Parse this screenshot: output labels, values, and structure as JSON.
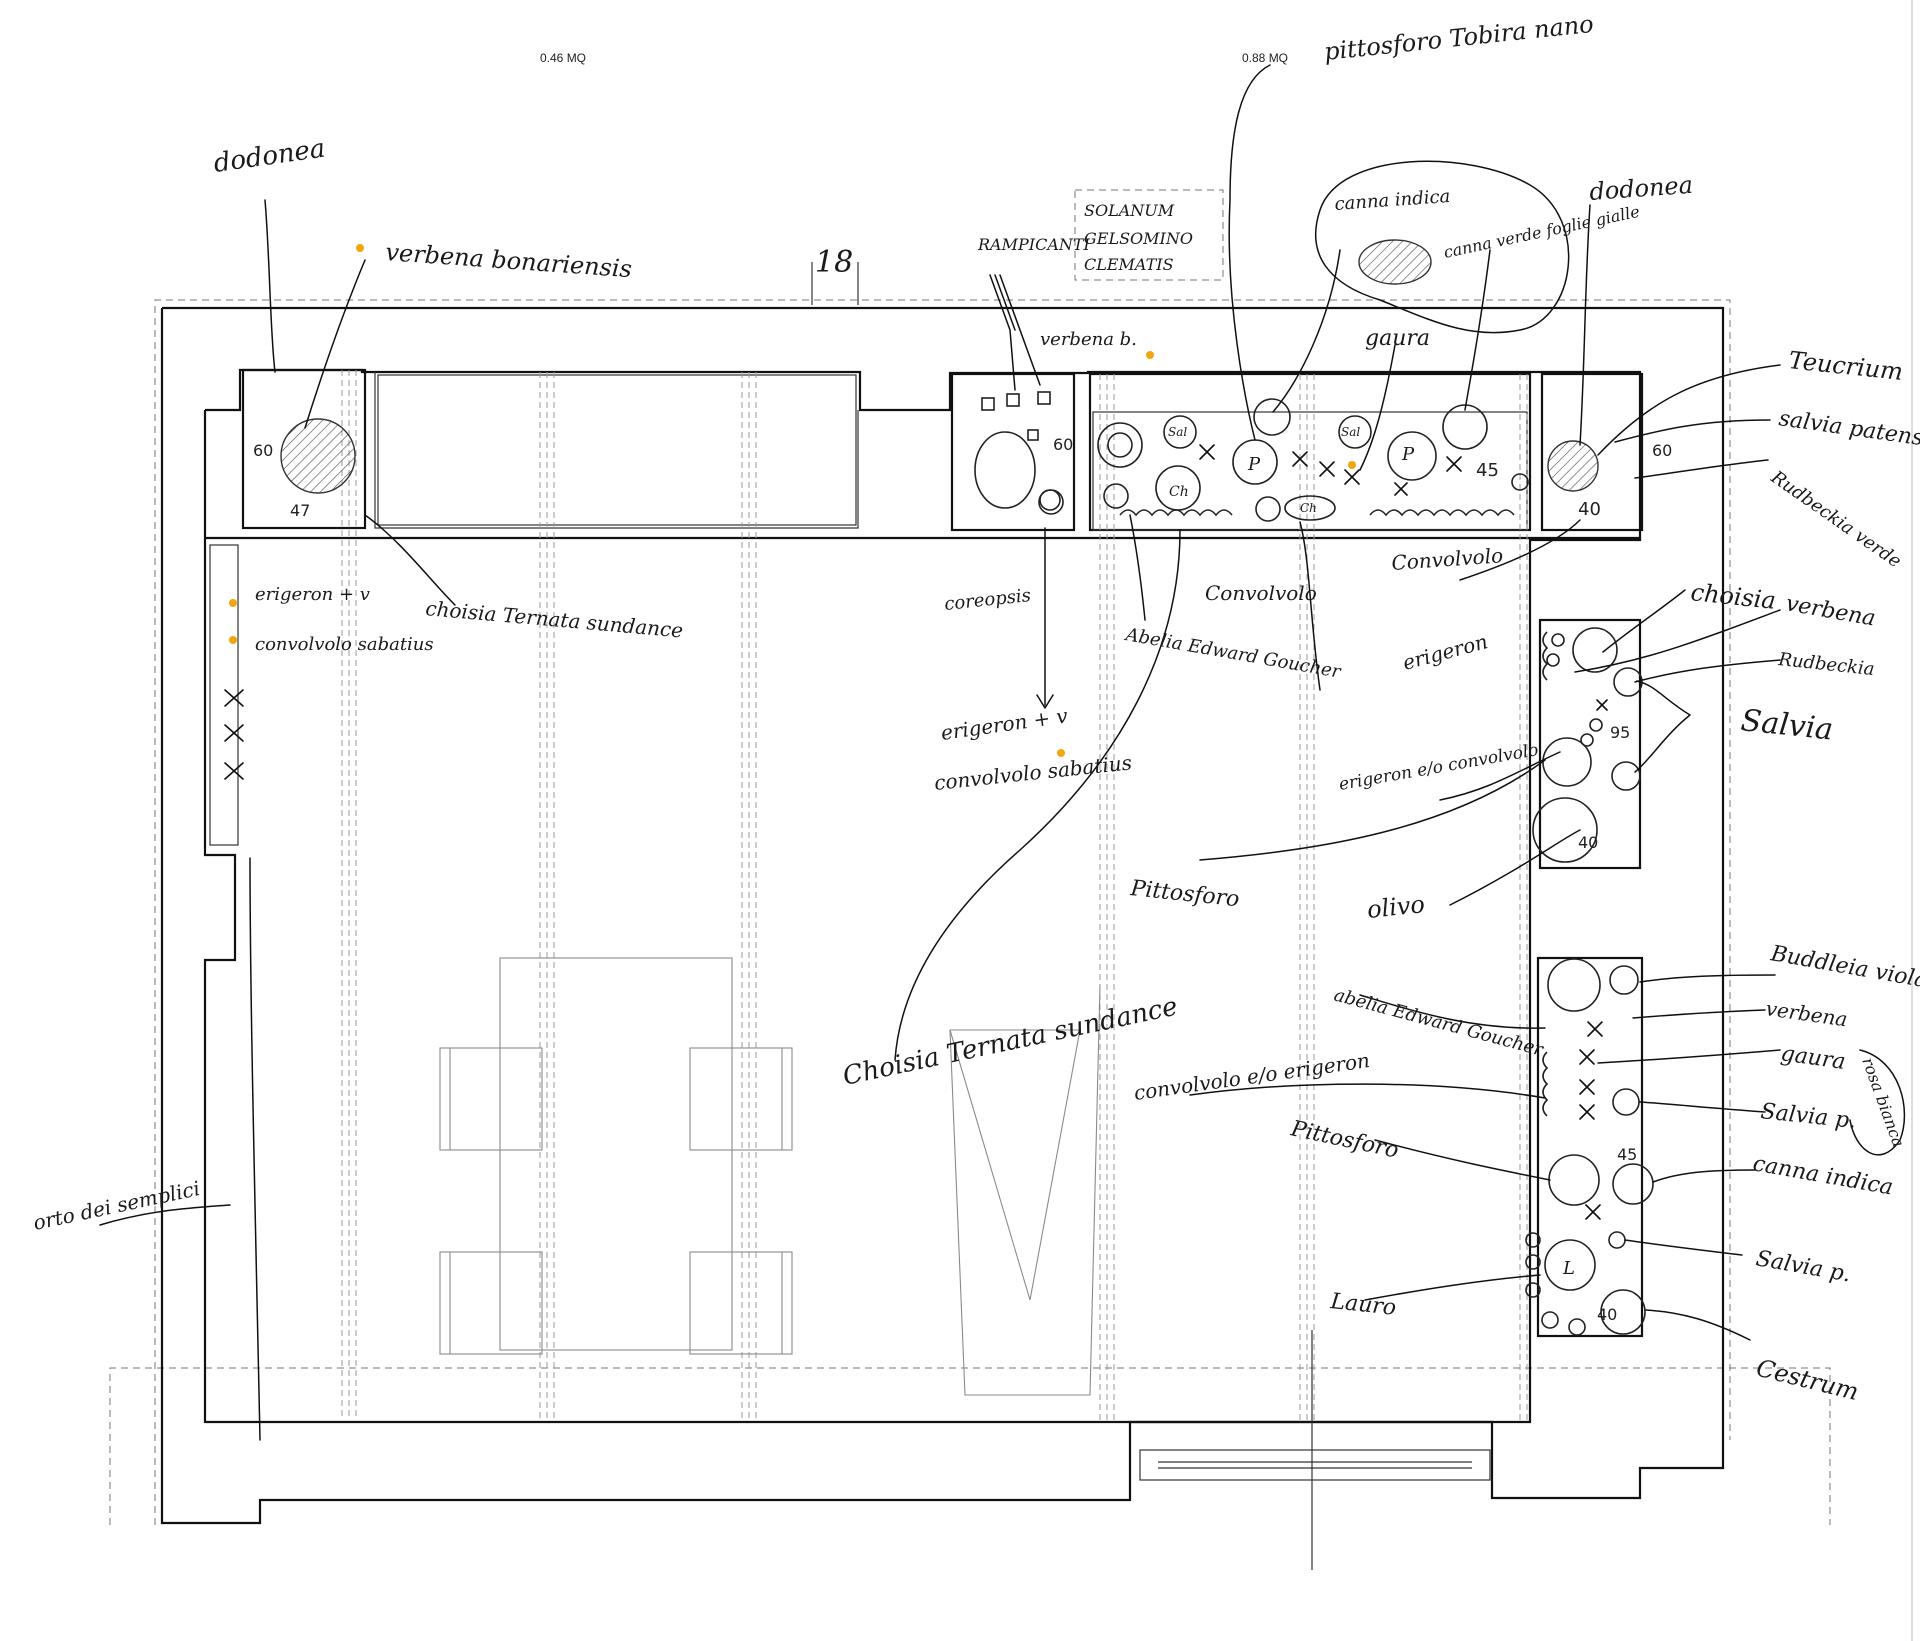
{
  "sheet": {
    "area_labels": [
      "0.46 MQ",
      "0.88 MQ"
    ],
    "dimension_mark": "18",
    "colors": {
      "ink": "#111111",
      "marker_dot": "#f2a60e",
      "dashed_line": "#777777"
    }
  },
  "planter_dimensions": [
    "60",
    "47",
    "60",
    "60",
    "45",
    "40",
    "95",
    "40",
    "45",
    "40"
  ],
  "climbers_box": [
    "SOLANUM",
    "GELSOMINO",
    "CLEMATIS"
  ],
  "annotations": [
    "dodonea",
    "verbena bonariensis",
    "RAMPICANTI",
    "verbena b.",
    "pittosforo Tobira nano",
    "canna indica",
    "canna verde foglie gialle",
    "gaura",
    "dodonea",
    "Teucrium",
    "salvia patens",
    "Rudbeckia verde",
    "erigeron + v",
    "convolvolo sabatius",
    "choisia Ternata sundance",
    "coreopsis",
    "Abelia Edward Goucher",
    "Convolvolo",
    "Convolvolo",
    "erigeron",
    "choisia",
    "verbena",
    "Rudbeckia",
    "Salvia",
    "erigeron + v",
    "convolvolo sabatius",
    "Pittosforo",
    "erigeron e/o convolvolo",
    "olivo",
    "Buddleia viola",
    "abelia Edward Goucher",
    "verbena",
    "gaura",
    "Salvia p.",
    "canna indica",
    "Salvia p.",
    "Lauro",
    "Cestrum",
    "Choisia Ternata sundance",
    "convolvolo e/o erigeron",
    "Pittosforo",
    "orto dei semplici",
    "rosa bianca"
  ],
  "plant_markers": [
    "P",
    "P",
    "Ch",
    "L",
    "Sal",
    "Sal",
    "Ch"
  ]
}
